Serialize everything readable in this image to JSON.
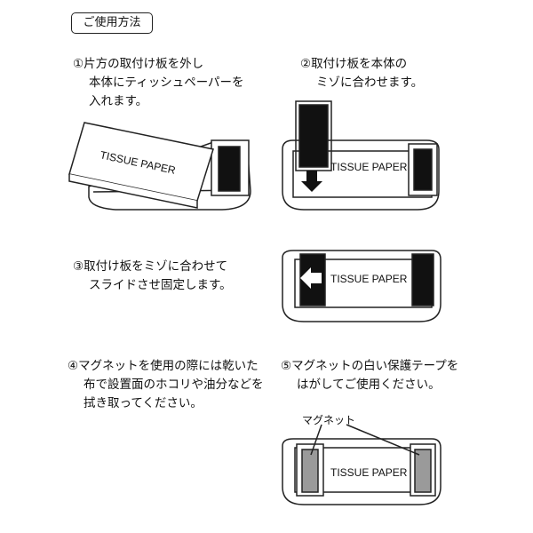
{
  "header": {
    "title": "ご使用方法"
  },
  "steps": [
    {
      "lines": [
        "①片方の取付け板を外し",
        "本体にティッシュペーパーを",
        "入れます。"
      ]
    },
    {
      "lines": [
        "②取付け板を本体の",
        "ミゾに合わせます。"
      ]
    },
    {
      "lines": [
        "③取付け板をミゾに合わせて",
        "スライドさせ固定します。"
      ]
    },
    {
      "lines": [
        "④マグネットを使用の際には乾いた",
        "布で設置面のホコリや油分などを",
        "拭き取ってください。"
      ]
    },
    {
      "lines": [
        "⑤マグネットの白い保護テープを",
        "はがしてご使用ください。"
      ]
    }
  ],
  "illustrations": {
    "tissue_label": "TISSUE PAPER",
    "magnet_label": "マグネット"
  },
  "colors": {
    "line": "#222222",
    "plate": "#111111",
    "magnet": "#9a9a9a"
  }
}
